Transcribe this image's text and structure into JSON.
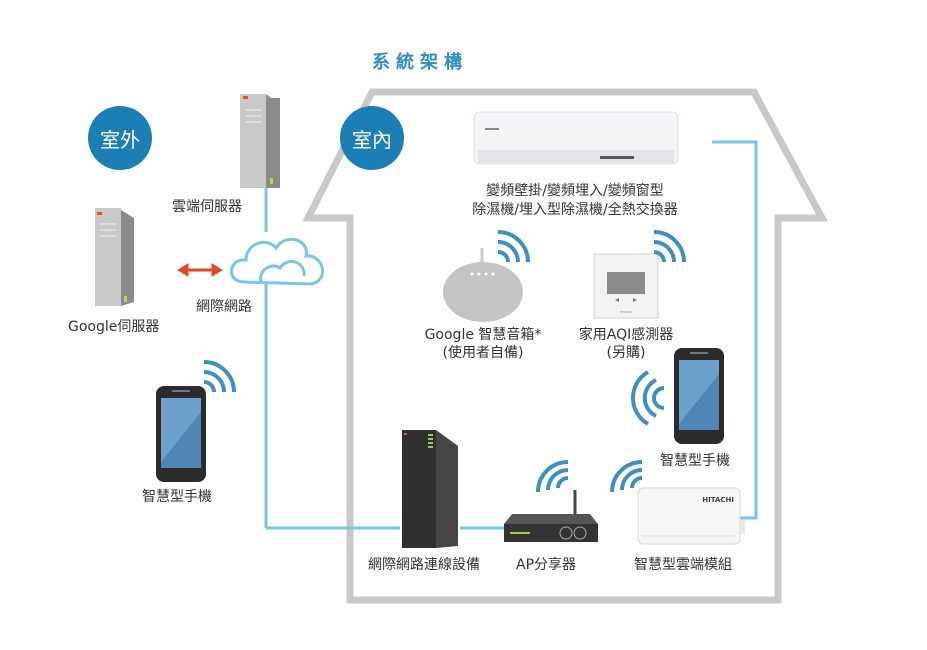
{
  "title": "系統架構",
  "zones": {
    "outdoor": "室外",
    "indoor": "室內"
  },
  "colors": {
    "accent": "#1b7fb6",
    "title": "#2f8fc3",
    "connection_line": "#7cc3e6",
    "house_outline": "#c8c8c8",
    "wifi": "#3f8fc0",
    "arrow": "#e04a2a"
  },
  "nodes": {
    "cloud_server": {
      "label": "雲端伺服器",
      "icon": "server-tower-icon"
    },
    "internet": {
      "label": "網際網路",
      "icon": "cloud-icon"
    },
    "google_server": {
      "label": "Google伺服器",
      "icon": "server-tower-icon"
    },
    "phone_outdoor": {
      "label": "智慧型手機",
      "icon": "smartphone-icon"
    },
    "air_conditioner": {
      "label_line1": "變頻壁掛/變頻埋入/變頻窗型",
      "label_line2": "除濕機/埋入型除濕機/全熱交換器",
      "icon": "air-conditioner-icon"
    },
    "google_speaker": {
      "label_line1": "Google 智慧音箱*",
      "label_line2": "(使用者自備)",
      "icon": "smart-speaker-icon"
    },
    "aqi_sensor": {
      "label_line1": "家用AQI感測器",
      "label_line2": "(另購)",
      "icon": "aqi-sensor-icon",
      "brand": "HITACHI"
    },
    "phone_indoor": {
      "label": "智慧型手機",
      "icon": "smartphone-icon"
    },
    "network_equipment": {
      "label": "網際網路連線設備",
      "icon": "network-tower-icon"
    },
    "ap_router": {
      "label": "AP分享器",
      "icon": "router-icon"
    },
    "cloud_module": {
      "label": "智慧型雲端模組",
      "icon": "cloud-module-icon",
      "brand": "HITACHI"
    }
  }
}
